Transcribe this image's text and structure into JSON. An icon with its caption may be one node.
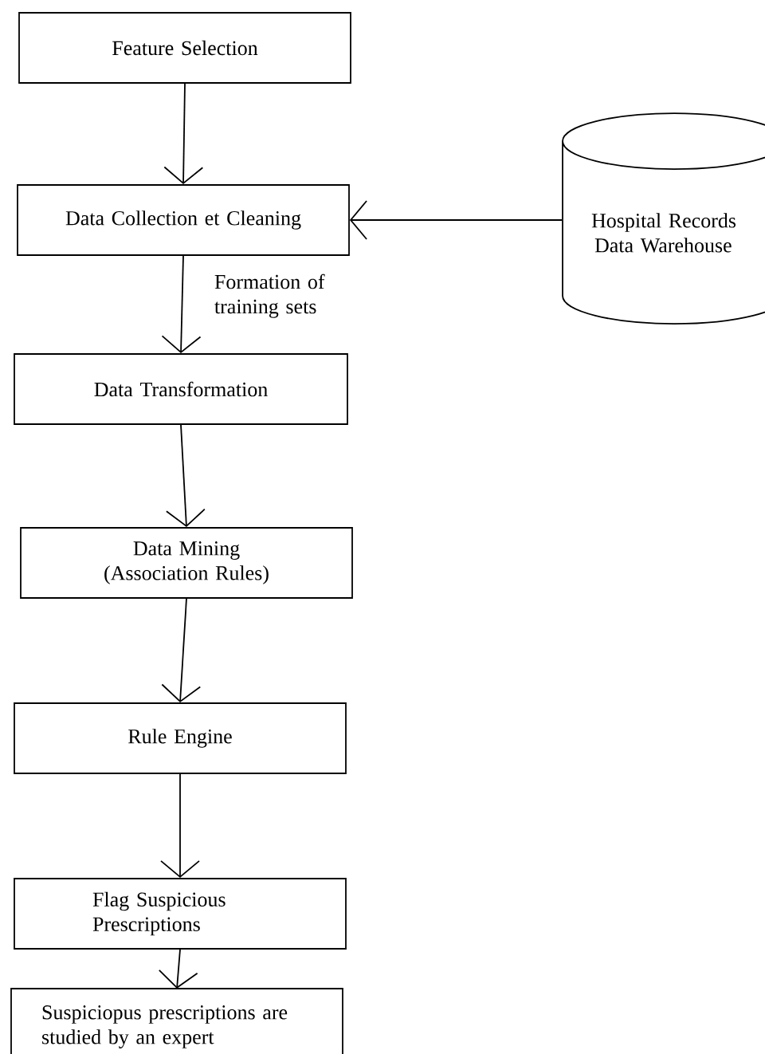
{
  "diagram": {
    "nodes": [
      {
        "text": [
          "Feature Selection"
        ]
      },
      {
        "text": [
          "Data Collection et Cleaning"
        ]
      },
      {
        "text": [
          "Data Transformation"
        ]
      },
      {
        "text": [
          "Data Mining (Association Rules)"
        ]
      },
      {
        "text": [
          "Rule Engine"
        ]
      },
      {
        "text": [
          "Flag Suspicious Prescriptions"
        ]
      },
      {
        "text": [
          "Suspiciopus prescriptions are studied by an expert"
        ]
      },
      {
        "text": [
          "Hospital Records Data Warehouse"
        ]
      }
    ],
    "edges": [
      {
        "from": 0,
        "to": 1,
        "arrow": "to"
      },
      {
        "from": 7,
        "to": 1,
        "arrow": "to"
      },
      {
        "from": 1,
        "to": 2,
        "arrow": "to",
        "label": "Formation of training sets"
      },
      {
        "from": 2,
        "to": 3,
        "arrow": "to"
      },
      {
        "from": 3,
        "to": 4,
        "arrow": "to"
      },
      {
        "from": 4,
        "to": 5,
        "arrow": "to"
      },
      {
        "from": 5,
        "to": 6,
        "arrow": "to"
      }
    ]
  }
}
